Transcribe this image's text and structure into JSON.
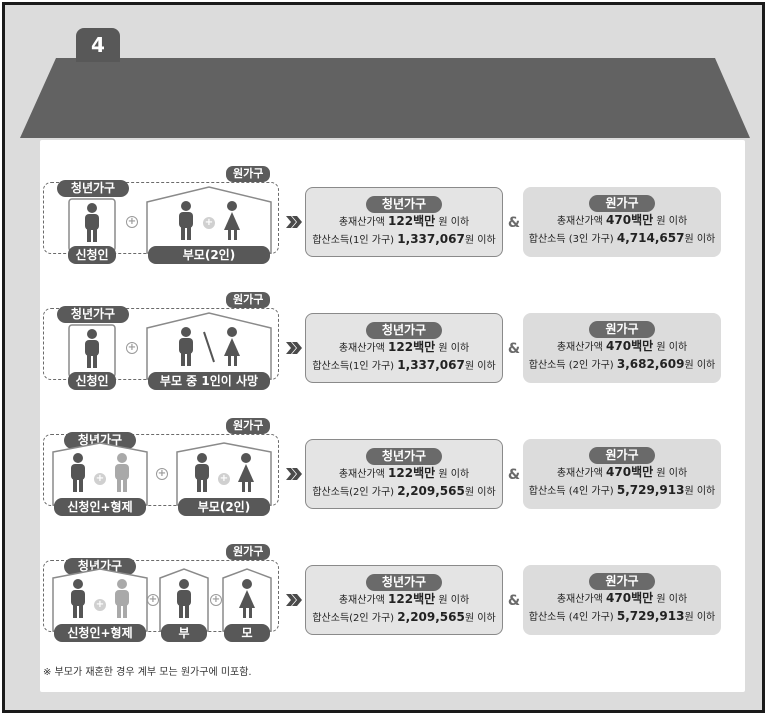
{
  "badge": "4",
  "won_tag": "원가구",
  "young_tag": "청년가구",
  "rows": [
    {
      "applicant_label": "신청인",
      "family_label": "부모(2인)",
      "young": {
        "title": "청년가구",
        "asset_label": "총재산가액",
        "asset_value": "122백만",
        "asset_suffix": "원 이하",
        "income_label": "합산소득(1인 가구)",
        "income_value": "1,337,067",
        "income_suffix": "원 이하"
      },
      "won": {
        "title": "원가구",
        "asset_label": "총재산가액",
        "asset_value": "470백만",
        "asset_suffix": "원 이하",
        "income_label": "합산소득 (3인 가구)",
        "income_value": "4,714,657",
        "income_suffix": "원 이하"
      }
    },
    {
      "applicant_label": "신청인",
      "family_label": "부모 중 1인이 사망",
      "young": {
        "title": "청년가구",
        "asset_label": "총재산가액",
        "asset_value": "122백만",
        "asset_suffix": "원 이하",
        "income_label": "합산소득(1인 가구)",
        "income_value": "1,337,067",
        "income_suffix": "원 이하"
      },
      "won": {
        "title": "원가구",
        "asset_label": "총재산가액",
        "asset_value": "470백만",
        "asset_suffix": "원 이하",
        "income_label": "합산소득 (2인 가구)",
        "income_value": "3,682,609",
        "income_suffix": "원 이하"
      }
    },
    {
      "applicant_label": "신청인+형제",
      "family_label": "부모(2인)",
      "young": {
        "title": "청년가구",
        "asset_label": "총재산가액",
        "asset_value": "122백만",
        "asset_suffix": "원 이하",
        "income_label": "합산소득(2인 가구)",
        "income_value": "2,209,565",
        "income_suffix": "원 이하"
      },
      "won": {
        "title": "원가구",
        "asset_label": "총재산가액",
        "asset_value": "470백만",
        "asset_suffix": "원 이하",
        "income_label": "합산소득 (4인 가구)",
        "income_value": "5,729,913",
        "income_suffix": "원 이하"
      }
    },
    {
      "applicant_label": "신청인+형제",
      "father_label": "부",
      "mother_label": "모",
      "young": {
        "title": "청년가구",
        "asset_label": "총재산가액",
        "asset_value": "122백만",
        "asset_suffix": "원 이하",
        "income_label": "합산소득(2인 가구)",
        "income_value": "2,209,565",
        "income_suffix": "원 이하"
      },
      "won": {
        "title": "원가구",
        "asset_label": "총재산가액",
        "asset_value": "470백만",
        "asset_suffix": "원 이하",
        "income_label": "합산소득 (4인 가구)",
        "income_value": "5,729,913",
        "income_suffix": "원 이하"
      }
    }
  ],
  "footnote": "※ 부모가 재혼한 경우 계부 모는 원가구에 미포함.",
  "colors": {
    "roof": "#626262",
    "frame_bg": "#dcdcdc",
    "dark_pill": "#585858",
    "person_dark": "#555555",
    "person_light": "#a9a9a9"
  }
}
